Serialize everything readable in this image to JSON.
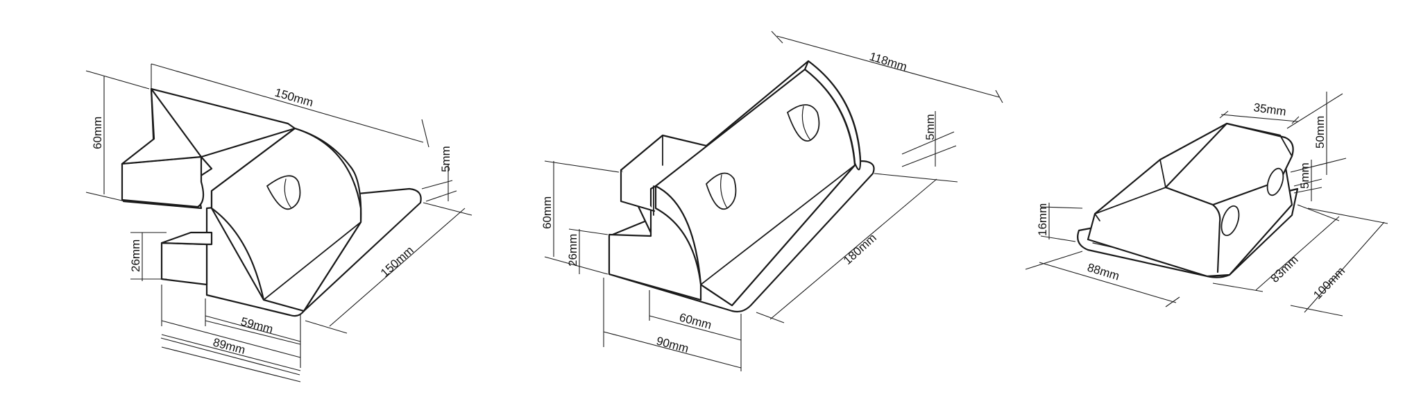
{
  "drawing": {
    "line_color": "#1a1a1a",
    "background": "#ffffff"
  },
  "bracket_1": {
    "width": "150mm",
    "height": "60mm",
    "length": "150mm",
    "thickness": "5mm",
    "step_height": "26mm",
    "step_width": "59mm",
    "base_width": "89mm"
  },
  "bracket_2": {
    "width": "118mm",
    "thickness": "5mm",
    "height": "60mm",
    "step_height": "26mm",
    "length": "180mm",
    "step_width": "60mm",
    "base_width": "90mm"
  },
  "bracket_3": {
    "top_width": "35mm",
    "height": "50mm",
    "thickness": "5mm",
    "base_height": "16mm",
    "width": "88mm",
    "inner_length": "83mm",
    "length": "100mm"
  }
}
